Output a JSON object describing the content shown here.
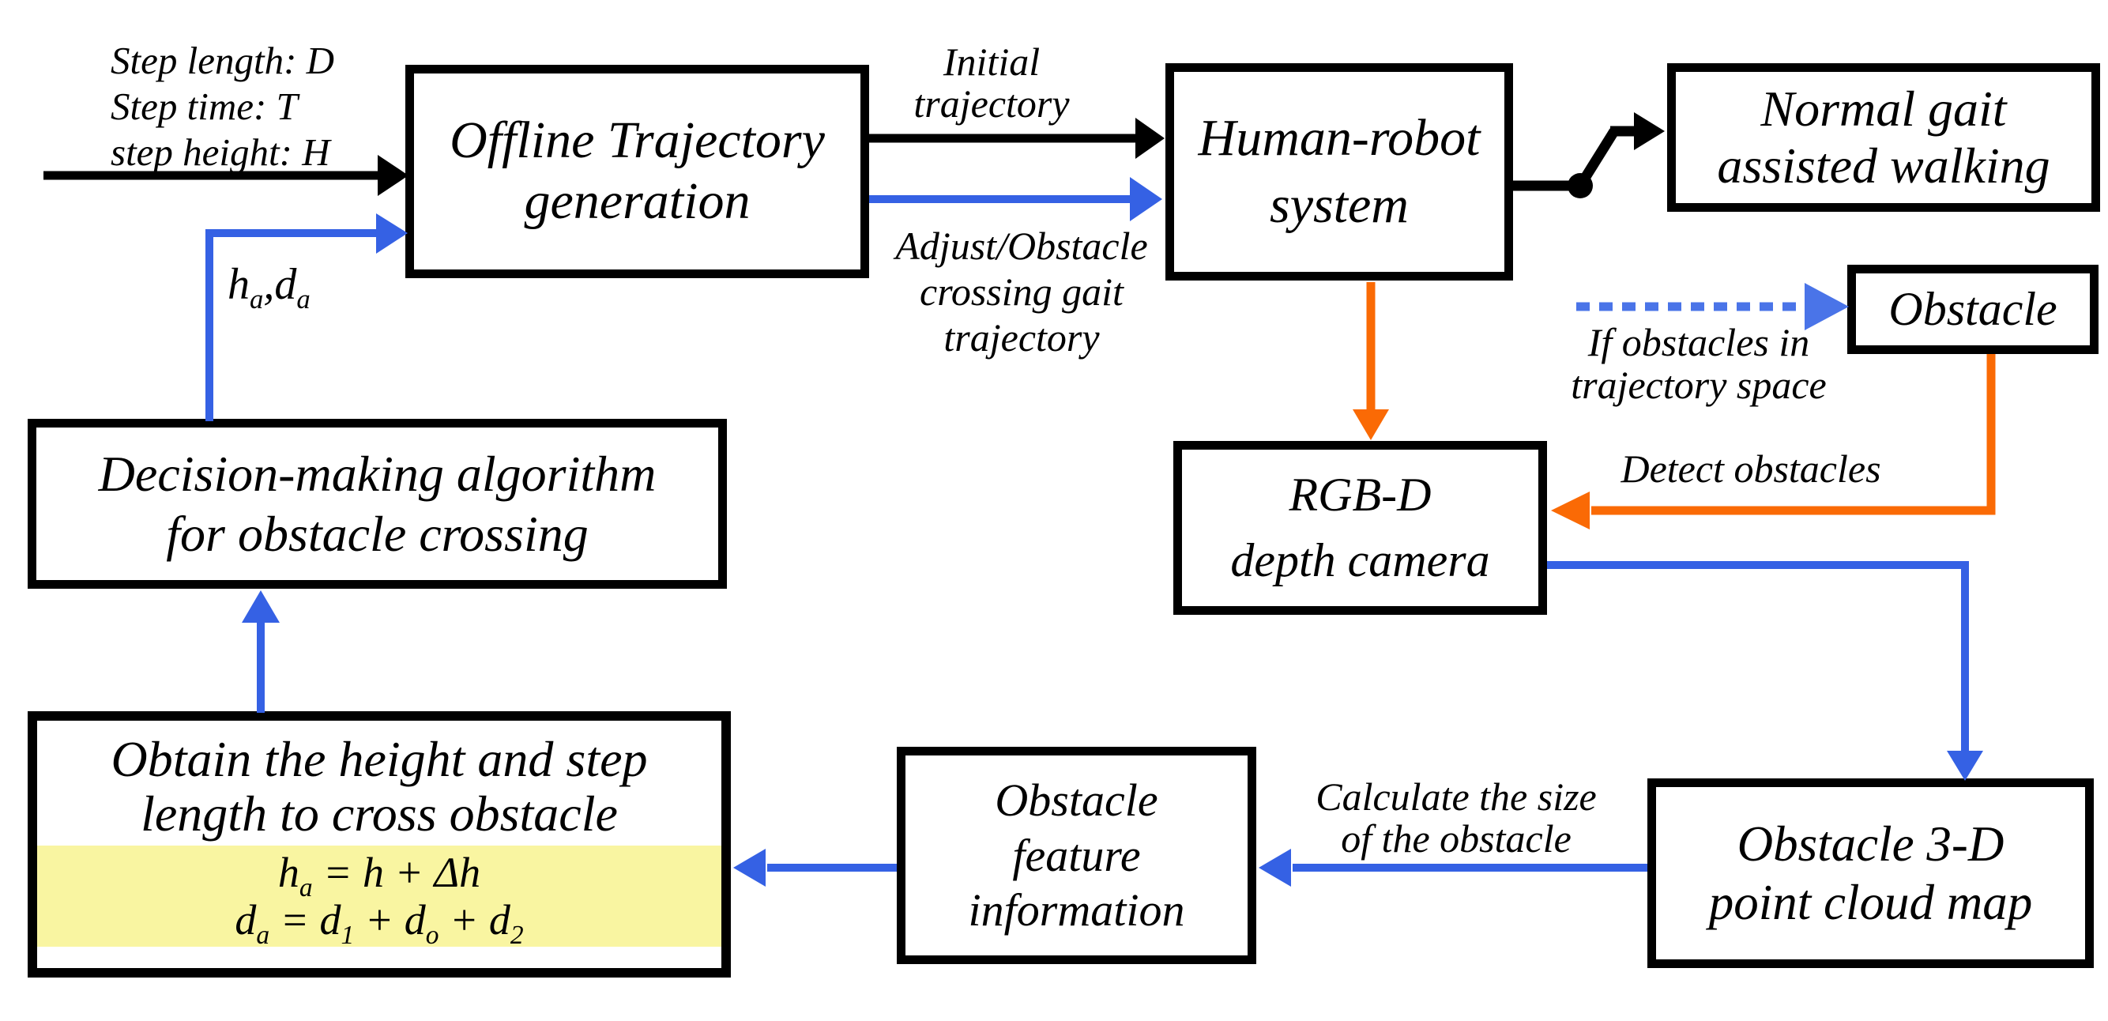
{
  "colors": {
    "line_black": "#000000",
    "line_blue": "#3561E4",
    "line_blue_dashed": "#4A74E8",
    "line_orange": "#FA6A05",
    "formula_highlight_yellow": "#F9F5A1",
    "box_background": "#FFFFFF"
  },
  "boxes": {
    "offline": {
      "lines": [
        "Offline Trajectory",
        "generation"
      ]
    },
    "human_robot": {
      "lines": [
        "Human-robot",
        "system"
      ]
    },
    "normal_gait": {
      "lines": [
        "Normal gait",
        "assisted walking"
      ]
    },
    "obstacle": {
      "lines": [
        "Obstacle"
      ]
    },
    "rgbd": {
      "lines": [
        "RGB-D",
        "depth camera"
      ]
    },
    "cloud": {
      "lines": [
        "Obstacle 3-D",
        "point cloud map"
      ]
    },
    "feature": {
      "lines": [
        "Obstacle",
        "feature",
        "information"
      ]
    },
    "decision": {
      "lines": [
        "Decision-making algorithm",
        "for obstacle crossing"
      ]
    },
    "obtain": {
      "lines": [
        "Obtain the height and step",
        "length to cross obstacle"
      ]
    }
  },
  "labels": {
    "input_params": {
      "lines": [
        "Step length: D",
        "Step time: T",
        "step height: H"
      ]
    },
    "initial_trajectory": {
      "lines": [
        "Initial",
        "trajectory"
      ]
    },
    "adjust_gait": {
      "lines": [
        "Adjust/Obstacle",
        "crossing gait",
        "trajectory"
      ]
    },
    "if_obstacles": {
      "lines": [
        "If obstacles in",
        "trajectory space"
      ]
    },
    "detect_obstacles": {
      "lines": [
        "Detect obstacles"
      ]
    },
    "calculate_size": {
      "lines": [
        "Calculate the size",
        "of the obstacle"
      ]
    },
    "ha_da": {
      "t1": "h",
      "s1": "a",
      "t2": ",d",
      "s2": "a"
    }
  },
  "formulas": {
    "f1": {
      "t1": "h",
      "s1": "a",
      "t2": " = h + Δh"
    },
    "f2": {
      "t1": "d",
      "s1": "a",
      "t2": " = d",
      "s2": "1",
      "t3": " + d",
      "s3": "o",
      "t4": " + d",
      "s4": "2"
    }
  }
}
